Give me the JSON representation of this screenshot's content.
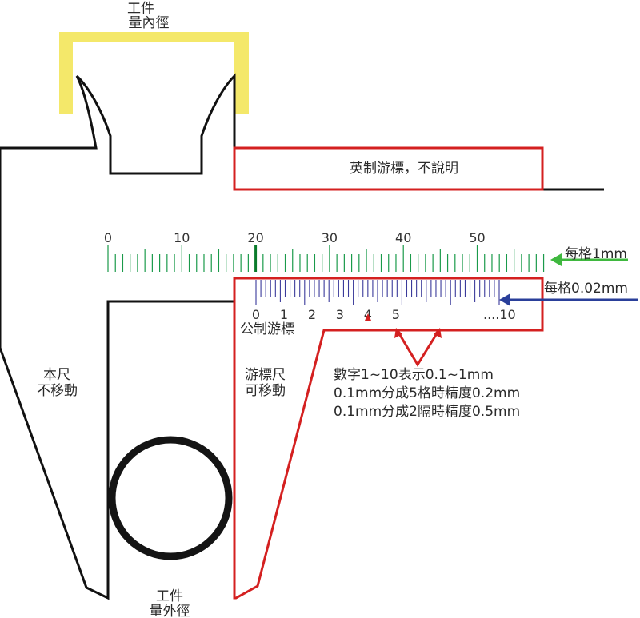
{
  "labels": {
    "workpiece_inner_line1": "工件",
    "workpiece_inner_line2": "量內徑",
    "inch_vernier": "英制游標，不說明",
    "main_scale_note": "每格1mm",
    "vernier_note": "每格0.02mm",
    "metric_vernier": "公制游標",
    "main_ruler_line1": "本尺",
    "main_ruler_line2": "不移動",
    "slider_line1": "游標尺",
    "slider_line2": "可移動",
    "desc_line1": "數字1~10表示0.1~1mm",
    "desc_line2": "0.1mm分成5格時精度0.2mm",
    "desc_line3": "0.1mm分成2隔時精度0.5mm",
    "workpiece_outer_line1": "工件",
    "workpiece_outer_line2": "量外徑"
  },
  "main_scale": {
    "numbers": [
      "0",
      "10",
      "20",
      "30",
      "40",
      "50"
    ],
    "color": "#1a9a4a",
    "major_color": "#0a7a2a"
  },
  "vernier_scale": {
    "numbers": [
      "0",
      "1",
      "2",
      "3",
      "4",
      "5",
      "....10"
    ],
    "color": "#3a3a9a"
  },
  "colors": {
    "body_outline": "#111111",
    "slider_outline": "#d42020",
    "workpiece_inner": "#f4e86a",
    "arrow_green": "#3fb83f",
    "arrow_blue": "#2a3f9a",
    "marker_red": "#d42020"
  }
}
